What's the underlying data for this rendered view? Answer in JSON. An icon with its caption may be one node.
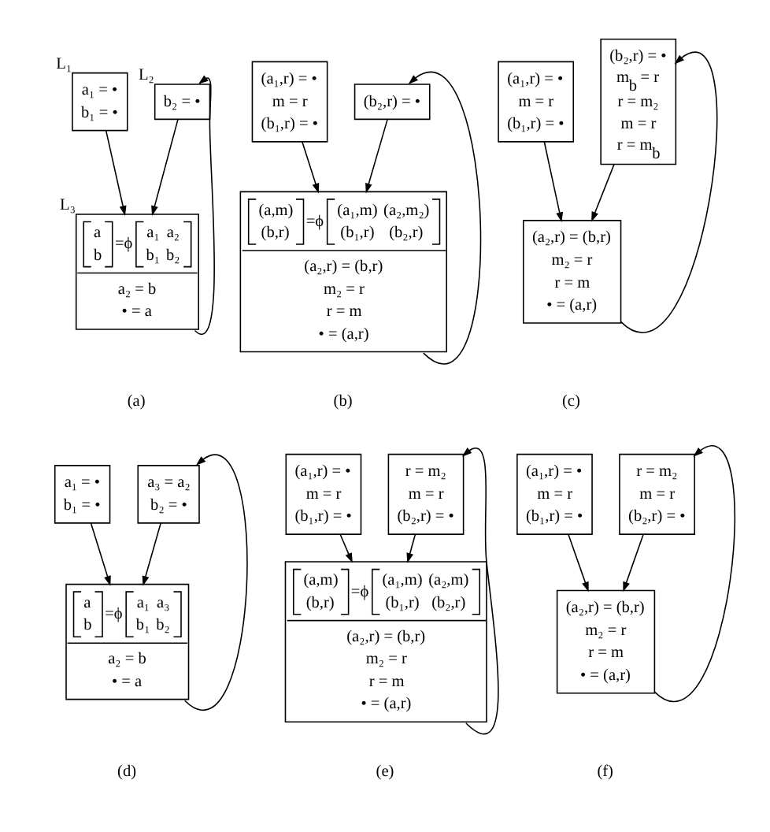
{
  "diagram": {
    "nodes": [
      {
        "text": [
          "L₁",
          "a₁ = •",
          "b₁ = •"
        ]
      },
      {
        "text": [
          "L₂",
          "b₂ = •"
        ]
      },
      {
        "text": [
          "L₃",
          "a",
          "b",
          "=ϕ",
          "a₁",
          "a₂",
          "b₁",
          "b₂",
          "a₂ = b",
          "• = a"
        ]
      },
      {
        "text": [
          "(a₁,r) = •",
          "m = r",
          "(b₁,r) = •"
        ]
      },
      {
        "text": [
          "(b₂,r) = •"
        ]
      },
      {
        "text": [
          "(a,m)",
          "(b,r)",
          "=ϕ",
          "(a₁,m)",
          "(a₂,m₂)",
          "(b₁,r)",
          "(b₂,r)",
          "(a₂,r) = (b,r)",
          "m₂ = r",
          "r = m",
          "• = (a,r)"
        ]
      },
      {
        "text": [
          "(a₁,r) = •",
          "m = r",
          "(b₁,r) = •"
        ]
      },
      {
        "text": [
          "(b₂,r) = •",
          "m$_{b}$ = r",
          "r = m₂",
          "m = r",
          "r = m$_{b}$"
        ]
      },
      {
        "text": [
          "(a₂,r) = (b,r)",
          "m₂ = r",
          "r = m",
          "• = (a,r)"
        ]
      },
      {
        "text": [
          "a₁ = •",
          "b₁ = •"
        ]
      },
      {
        "text": [
          "a₃ = a₂",
          "b₂ = •"
        ]
      },
      {
        "text": [
          "a",
          "b",
          "=ϕ",
          "a₁",
          "a₃",
          "b₁",
          "b₂",
          "a₂ = b",
          "• = a"
        ]
      },
      {
        "text": [
          "(a₁,r) = •",
          "m = r",
          "(b₁,r) = •"
        ]
      },
      {
        "text": [
          "r = m₂",
          "m = r",
          "(b₂,r) = •"
        ]
      },
      {
        "text": [
          "(a,m)",
          "(b,r)",
          "=ϕ",
          "(a₁,m)",
          "(a₂,m)",
          "(b₁,r)",
          "(b₂,r)",
          "(a₂,r) = (b,r)",
          "m₂ = r",
          "r = m",
          "• = (a,r)"
        ]
      },
      {
        "text": [
          "(a₁,r) = •",
          "m = r",
          "(b₁,r) = •"
        ]
      },
      {
        "text": [
          "r = m₂",
          "m = r",
          "(b₂,r) = •"
        ]
      },
      {
        "text": [
          "(a₂,r) = (b,r)",
          "m₂ = r",
          "r = m",
          "• = (a,r)"
        ]
      }
    ],
    "edges": [
      {
        "from": 0,
        "to": 2,
        "arrow": "to"
      },
      {
        "from": 1,
        "to": 2,
        "arrow": "to"
      },
      {
        "from": 2,
        "to": 1,
        "arrow": "to"
      },
      {
        "from": 3,
        "to": 5,
        "arrow": "to"
      },
      {
        "from": 4,
        "to": 5,
        "arrow": "to"
      },
      {
        "from": 5,
        "to": 4,
        "arrow": "to"
      },
      {
        "from": 6,
        "to": 8,
        "arrow": "to"
      },
      {
        "from": 7,
        "to": 8,
        "arrow": "to"
      },
      {
        "from": 8,
        "to": 7,
        "arrow": "to"
      },
      {
        "from": 9,
        "to": 11,
        "arrow": "to"
      },
      {
        "from": 10,
        "to": 11,
        "arrow": "to"
      },
      {
        "from": 11,
        "to": 10,
        "arrow": "to"
      },
      {
        "from": 12,
        "to": 14,
        "arrow": "to"
      },
      {
        "from": 13,
        "to": 14,
        "arrow": "to"
      },
      {
        "from": 14,
        "to": 13,
        "arrow": "to"
      },
      {
        "from": 15,
        "to": 17,
        "arrow": "to"
      },
      {
        "from": 16,
        "to": 17,
        "arrow": "to"
      },
      {
        "from": 17,
        "to": 16,
        "arrow": "to"
      }
    ],
    "labels": [
      "(a)",
      "(b)",
      "(c)",
      "(d)",
      "(e)",
      "(f)"
    ]
  }
}
